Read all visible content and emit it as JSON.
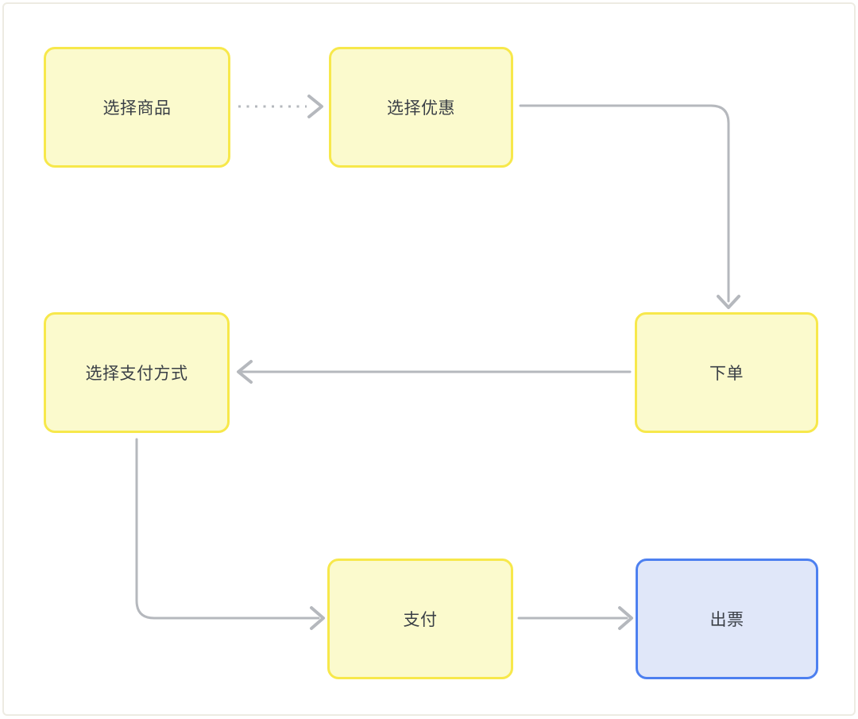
{
  "diagram": {
    "type": "flowchart",
    "nodes": [
      {
        "id": "select-product",
        "label": "选择商品",
        "shape": "rounded-rect",
        "fill": "#fbfacd",
        "border": "#f7e84b"
      },
      {
        "id": "select-discount",
        "label": "选择优惠",
        "shape": "rounded-rect",
        "fill": "#fbfacd",
        "border": "#f7e84b"
      },
      {
        "id": "place-order",
        "label": "下单",
        "shape": "rounded-rect",
        "fill": "#fbfacd",
        "border": "#f7e84b"
      },
      {
        "id": "select-payment-method",
        "label": "选择支付方式",
        "shape": "rounded-rect",
        "fill": "#fbfacd",
        "border": "#f7e84b"
      },
      {
        "id": "pay",
        "label": "支付",
        "shape": "rounded-rect",
        "fill": "#fbfacd",
        "border": "#f7e84b"
      },
      {
        "id": "issue-ticket",
        "label": "出票",
        "shape": "rounded-rect",
        "fill": "#e0e7f9",
        "border": "#4d80f0"
      }
    ],
    "edges": [
      {
        "from": "select-product",
        "to": "select-discount",
        "style": "dotted",
        "arrowhead": "chevron"
      },
      {
        "from": "select-discount",
        "to": "place-order",
        "style": "solid",
        "arrowhead": "chevron"
      },
      {
        "from": "place-order",
        "to": "select-payment-method",
        "style": "solid",
        "arrowhead": "chevron"
      },
      {
        "from": "select-payment-method",
        "to": "pay",
        "style": "solid",
        "arrowhead": "chevron"
      },
      {
        "from": "pay",
        "to": "issue-ticket",
        "style": "solid",
        "arrowhead": "chevron"
      }
    ],
    "colors": {
      "node_yellow_fill": "#fbfacd",
      "node_yellow_border": "#f7e84b",
      "node_blue_fill": "#e0e7f9",
      "node_blue_border": "#4d80f0",
      "connector": "#b5b8bd",
      "text": "#3a3f46",
      "page_frame_border": "#edebe2",
      "canvas_background": "#ffffff"
    }
  }
}
